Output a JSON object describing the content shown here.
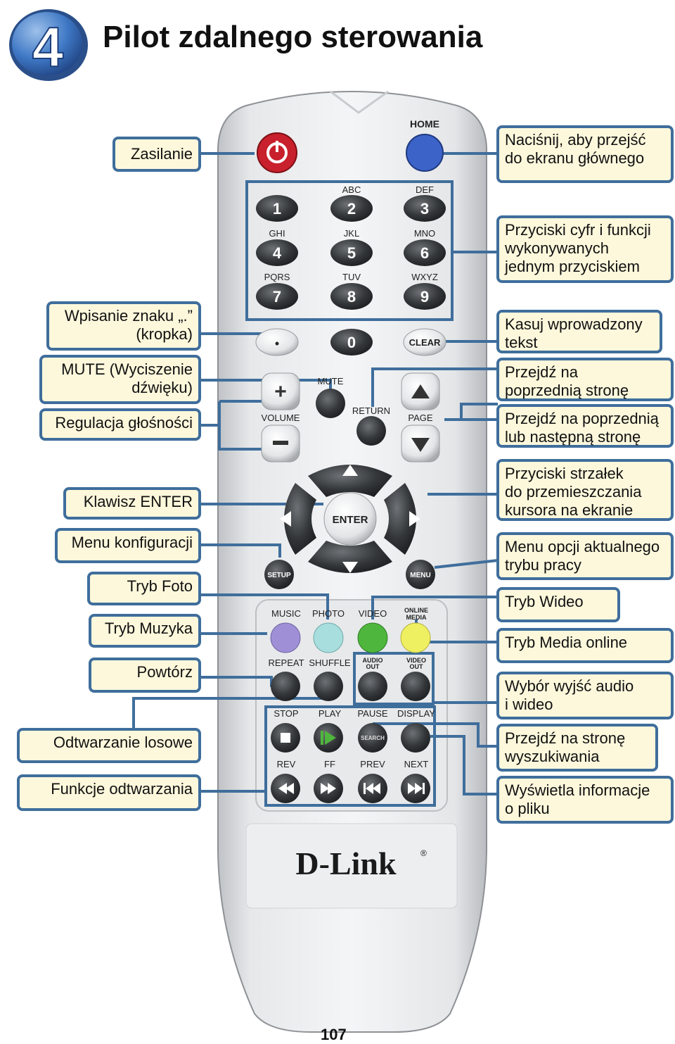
{
  "header": {
    "chapter_number": "4",
    "title": "Pilot zdalnego sterowania"
  },
  "callouts_left": {
    "power": "Zasilanie",
    "dot_1": "Wpisanie znaku „.”",
    "dot_2": "(kropka)",
    "mute_1": "MUTE (Wyciszenie",
    "mute_2": "dźwięku)",
    "volume": "Regulacja głośności",
    "enter": "Klawisz ENTER",
    "setup": "Menu konfiguracji",
    "photo": "Tryb Foto",
    "music": "Tryb Muzyka",
    "repeat": "Powtórz",
    "shuffle": "Odtwarzanie losowe",
    "playback": "Funkcje odtwarzania"
  },
  "callouts_right": {
    "home_1": "Naciśnij, aby przejść",
    "home_2": "do ekranu głównego",
    "digits_1": "Przyciski cyfr i funkcji",
    "digits_2": "wykonywanych",
    "digits_3": "jednym przyciskiem",
    "clear_1": "Kasuj wprowadzony",
    "clear_2": "tekst",
    "return_1": "Przejdź na",
    "return_2": "poprzednią stronę",
    "page_1": "Przejdź na poprzednią",
    "page_2": "lub następną stronę",
    "arrows_1": "Przyciski strzałek",
    "arrows_2": "do przemieszczania",
    "arrows_3": "kursora na ekranie",
    "menu_1": "Menu opcji aktualnego",
    "menu_2": "trybu pracy",
    "video": "Tryb Wideo",
    "online": "Tryb Media online",
    "av_out_1": "Wybór wyjść audio",
    "av_out_2": "i wideo",
    "search_1": "Przejdź na stronę",
    "search_2": "wyszukiwania",
    "display_1": "Wyświetla informacje",
    "display_2": "o pliku"
  },
  "remote": {
    "home": "HOME",
    "digits": [
      "1",
      "2",
      "3",
      "4",
      "5",
      "6",
      "7",
      "8",
      "9"
    ],
    "letters": [
      "ABC",
      "DEF",
      "GHI",
      "JKL",
      "MNO",
      "PQRS",
      "TUV",
      "WXYZ"
    ],
    "dot": "•",
    "zero": "0",
    "clear": "CLEAR",
    "mute": "MUTE",
    "volume": "VOLUME",
    "return": "RETURN",
    "page": "PAGE",
    "enter": "ENTER",
    "setup": "SETUP",
    "menu": "MENU",
    "music": "MUSIC",
    "photo": "PHOTO",
    "video": "VIDEO",
    "online_media_1": "ONLINE",
    "online_media_2": "MEDIA",
    "repeat": "REPEAT",
    "shuffle": "SHUFFLE",
    "audio_out_1": "AUDIO",
    "audio_out_2": "OUT",
    "video_out_1": "VIDEO",
    "video_out_2": "OUT",
    "stop": "STOP",
    "play": "PLAY",
    "pause": "PAUSE",
    "display": "DISPLAY",
    "search": "SEARCH",
    "rev": "REV",
    "ff": "FF",
    "prev": "PREV",
    "next": "NEXT",
    "brand": "D-Link",
    "registered": "®"
  },
  "colors": {
    "callout_border": "#3f6e9c",
    "callout_fill": "#fdf8dc",
    "power": "#c8202c",
    "home": "#3c63c8",
    "music": "#9f8fd6",
    "photo": "#a8dede",
    "video": "#4fb63d",
    "online_media": "#efef62"
  },
  "footer": {
    "page_number": "107"
  }
}
